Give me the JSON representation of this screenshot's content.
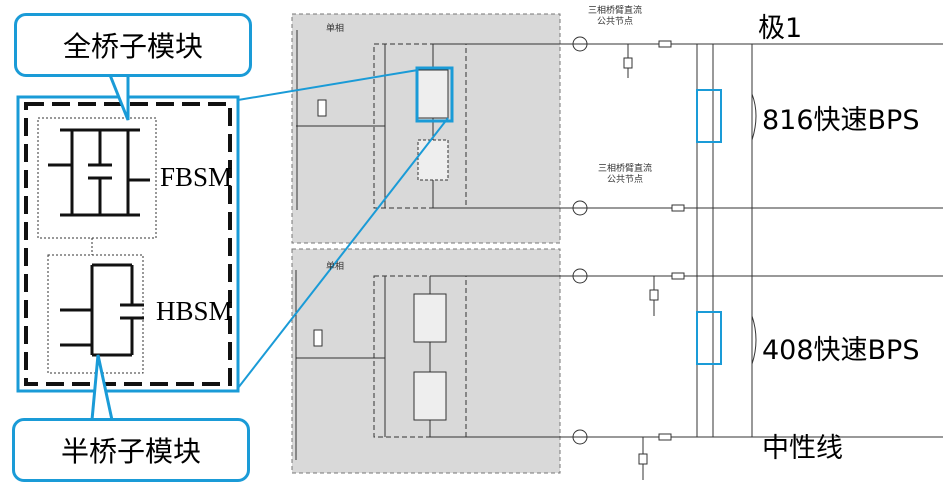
{
  "callouts": {
    "full_bridge": "全桥子模块",
    "half_bridge": "半桥子模块"
  },
  "submodules": {
    "fbsm": "FBSM",
    "hbsm": "HBSM"
  },
  "right_labels": {
    "pole": "极1",
    "bps_816": "816快速BPS",
    "bps_408": "408快速BPS",
    "neutral": "中性线"
  },
  "schematic": {
    "single_phase_top": "单相",
    "single_phase_bottom": "单相",
    "node_top_line1": "三相桥臂直流",
    "node_top_line2": "公共节点",
    "node_mid_line1": "三相桥臂直流",
    "node_mid_line2": "公共节点"
  },
  "colors": {
    "accent": "#1a9bd7",
    "panel_gray": "#d9d9d9"
  }
}
